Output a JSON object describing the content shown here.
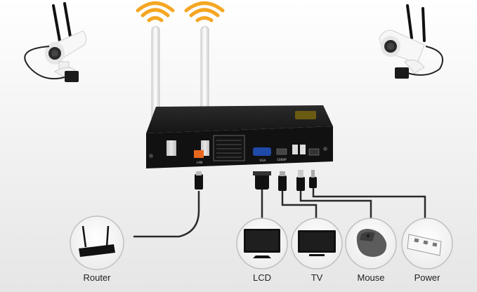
{
  "devices": {
    "router": {
      "label": "Router",
      "icon": "router-icon"
    },
    "lcd": {
      "label": "LCD",
      "icon": "monitor-icon"
    },
    "tv": {
      "label": "TV",
      "icon": "tv-icon"
    },
    "mouse": {
      "label": "Mouse",
      "icon": "mouse-icon"
    },
    "power": {
      "label": "Power",
      "icon": "power-strip-icon"
    }
  },
  "nvr": {
    "ports": {
      "lan": "LAN",
      "vga": "VGA",
      "hdmi": "1080P"
    }
  },
  "colors": {
    "wifi_arc": "#f5a623",
    "nvr_body": "#1b1b1b",
    "lan_port": "#e8671f",
    "cable": "#2a2a2a",
    "circle_fill": "#f4f4f4",
    "circle_stroke": "#bfbfbf"
  }
}
